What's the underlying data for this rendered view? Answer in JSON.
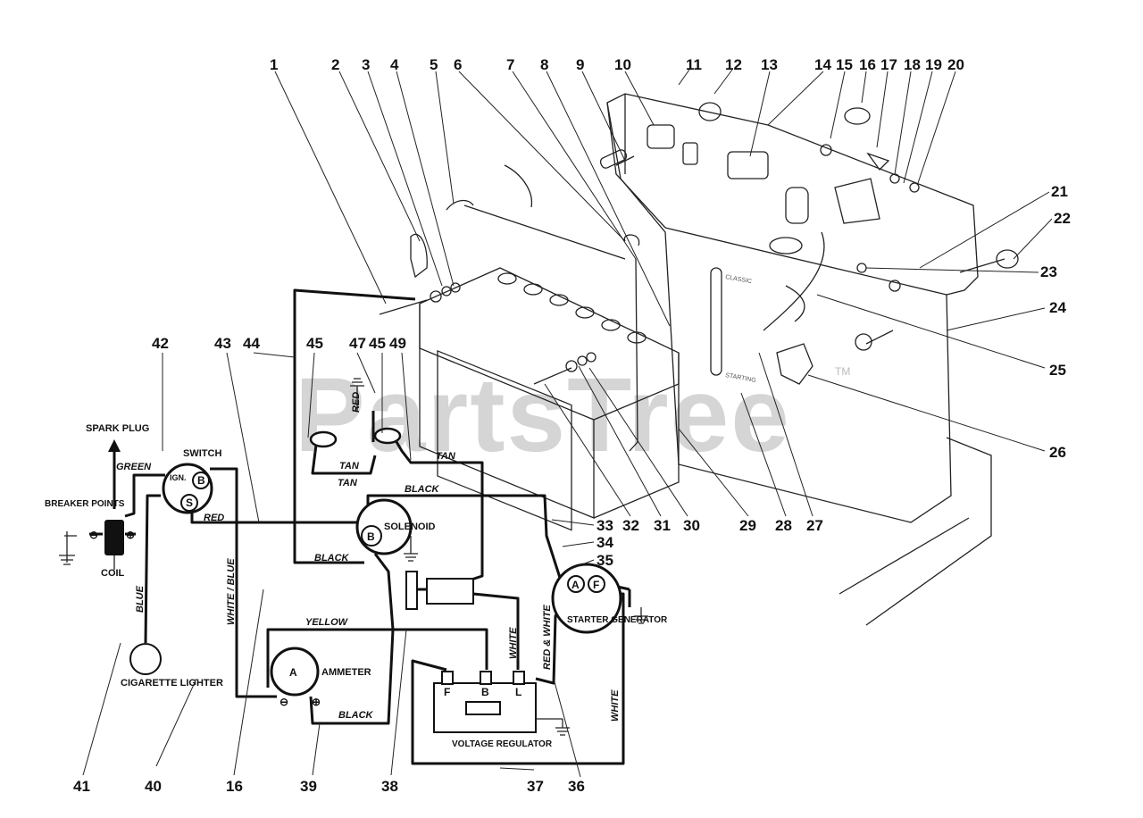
{
  "part_numbers": [
    "1",
    "2",
    "3",
    "4",
    "5",
    "6",
    "7",
    "8",
    "9",
    "10",
    "11",
    "12",
    "13",
    "14",
    "15",
    "16",
    "17",
    "18",
    "19",
    "20",
    "21",
    "22",
    "23",
    "24",
    "25",
    "26",
    "27",
    "28",
    "29",
    "30",
    "31",
    "32",
    "33",
    "34",
    "35",
    "36",
    "37",
    "38",
    "39",
    "40",
    "41",
    "42",
    "43",
    "44",
    "45",
    "47",
    "45",
    "49",
    "16"
  ],
  "components": {
    "spark_plug": "SPARK PLUG",
    "switch": "SWITCH",
    "switch_ign": "IGN.",
    "switch_b": "B",
    "switch_s": "S",
    "breaker_points": "BREAKER POINTS",
    "coil": "COIL",
    "cigarette_lighter": "CIGARETTE LIGHTER",
    "solenoid": "SOLENOID",
    "solenoid_b": "B",
    "ammeter": "AMMETER",
    "ammeter_a": "A",
    "starter_generator": "STARTER GENERATOR",
    "gen_a": "A",
    "gen_f": "F",
    "voltage_regulator": "VOLTAGE REGULATOR",
    "reg_f": "F",
    "reg_b": "B",
    "reg_l": "L",
    "minus": "⊖",
    "plus": "⊕"
  },
  "wire_labels": {
    "green": "GREEN",
    "red": "RED",
    "red_vertical": "RED",
    "blue": "BLUE",
    "white_blue": "WHITE / BLUE",
    "tan1": "TAN",
    "tan2": "TAN",
    "tan3": "TAN",
    "black_top": "BLACK",
    "black_bottom": "BLACK",
    "black_ammeter": "BLACK",
    "yellow": "YELLOW",
    "white_reg": "WHITE",
    "red_white": "RED & WHITE",
    "white_right": "WHITE"
  },
  "watermark": "PartsTree",
  "trademark": "TM",
  "panel_texts": [
    "CLASSIC",
    "STARTING"
  ]
}
